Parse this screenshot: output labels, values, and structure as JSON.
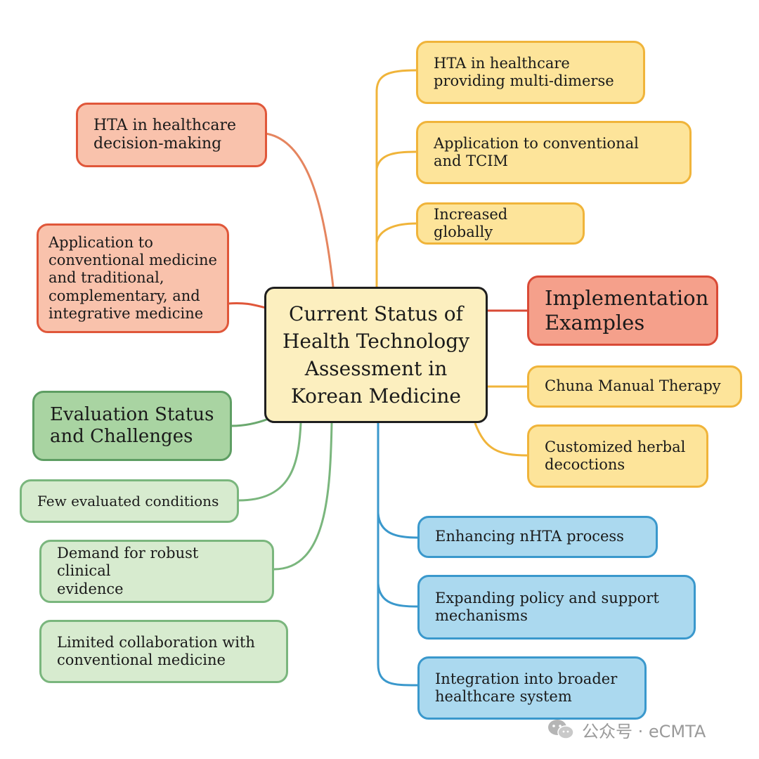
{
  "center": {
    "title": "Current Status of\nHealth Technology\nAssessment in\nKorean Medicine"
  },
  "left_branches": {
    "hta_decision": "HTA in healthcare\ndecision-making",
    "application_conventional": "Application to\nconventional medicine\nand traditional,\ncomplementary, and\nintegrative medicine",
    "evaluation_heading": "Evaluation Status\nand Challenges",
    "few_conditions": "Few evaluated conditions",
    "demand_evidence": "Demand for robust clinical\nevidence",
    "limited_collaboration": "Limited collaboration with\nconventional medicine"
  },
  "right_top_branches": {
    "hta_multi": "HTA in healthcare\nproviding multi-dimerse",
    "application_tcim": "Application to conventional\nand TCIM",
    "increased_globally": "Increased globally"
  },
  "implementation": {
    "heading": "Implementation\nExamples",
    "chuna": "Chuna Manual Therapy",
    "herbal": "Customized herbal\ndecoctions"
  },
  "future_branches": {
    "nhta": "Enhancing nHTA process",
    "policy": "Expanding policy and support\nmechanisms",
    "integration": "Integration into broader\nhealthcare system"
  },
  "watermark": {
    "text": "公众号 · eCMTA"
  },
  "colors": {
    "red": "#e0573a",
    "yellow": "#f0b43a",
    "green": "#7ab67d",
    "blue": "#3a98cc",
    "center_border": "#1f1f1f"
  }
}
